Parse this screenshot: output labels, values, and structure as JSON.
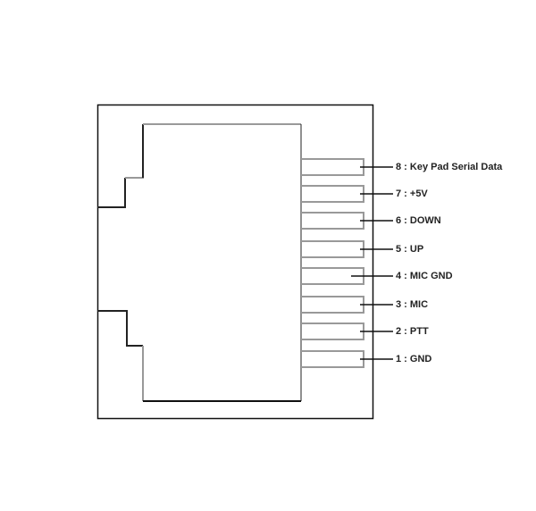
{
  "title": "Connector pinout",
  "pins": [
    {
      "number": "8",
      "label": "8 : Key Pad Serial Data"
    },
    {
      "number": "7",
      "label": "7 : +5V"
    },
    {
      "number": "6",
      "label": "6 : DOWN"
    },
    {
      "number": "5",
      "label": "5 : UP"
    },
    {
      "number": "4",
      "label": "4 : MIC GND"
    },
    {
      "number": "3",
      "label": "3 : MIC"
    },
    {
      "number": "2",
      "label": "2 : PTT"
    },
    {
      "number": "1",
      "label": "1 : GND"
    }
  ]
}
